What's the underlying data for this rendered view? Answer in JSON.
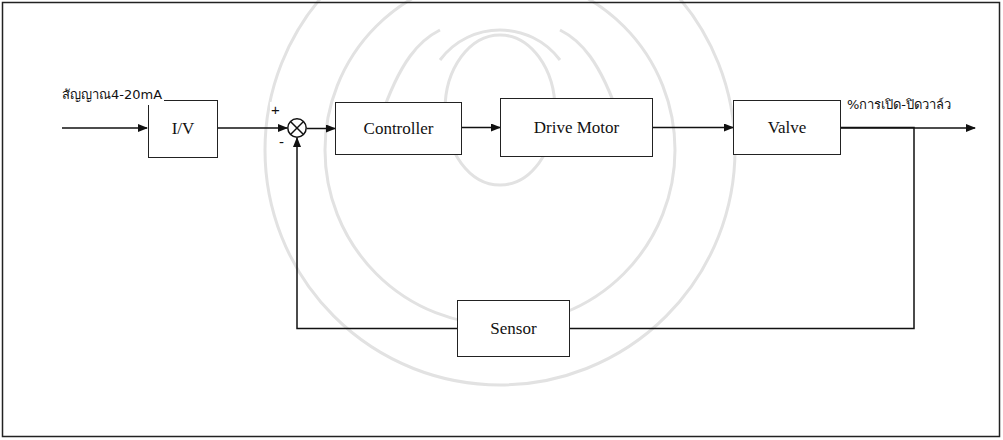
{
  "diagram": {
    "nodes": [
      {
        "text": [
          "I/V"
        ]
      },
      {
        "text": [
          "+",
          "-"
        ]
      },
      {
        "text": [
          "Controller"
        ]
      },
      {
        "text": [
          "Drive Motor"
        ]
      },
      {
        "text": [
          "Valve"
        ]
      },
      {
        "text": [
          "Sensor"
        ]
      }
    ],
    "edges": [
      {
        "from": 0,
        "to": 1,
        "arrow": "to"
      },
      {
        "from": 1,
        "to": 2,
        "arrow": "to"
      },
      {
        "from": 2,
        "to": 3,
        "arrow": "to"
      },
      {
        "from": 3,
        "to": 4,
        "arrow": "to"
      },
      {
        "from": 4,
        "to": 5,
        "arrow": "none"
      },
      {
        "from": 5,
        "to": 1,
        "arrow": "to"
      }
    ],
    "labels": [
      "สัญญาณ4-20mA",
      "%การเปิด-ปิดวาล์ว"
    ]
  }
}
